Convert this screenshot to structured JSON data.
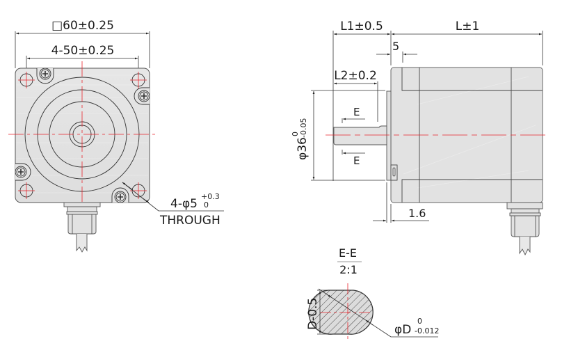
{
  "front_view": {
    "dim_outer": "□60±0.25",
    "dim_hole_spacing": "4-50±0.25",
    "hole_callout_main": "4-φ5",
    "hole_callout_upper_tol": "+0.3",
    "hole_callout_lower_tol": "0",
    "hole_callout_note": "THROUGH"
  },
  "side_view": {
    "dim_l1": "L1±0.5",
    "dim_l": "L±1",
    "dim_5": "5",
    "dim_l2": "L2±0.2",
    "dim_boss_main": "φ36",
    "dim_boss_lower_tol": "-0.05",
    "dim_boss_upper_tol": "0",
    "section_mark_top": "E",
    "section_mark_bottom": "E",
    "dim_1_6": "1.6"
  },
  "section_view": {
    "title": "E-E",
    "scale": "2:1",
    "dim_flat": "D-0.5",
    "dim_dia_main": "φD",
    "dim_dia_upper_tol": "0",
    "dim_dia_lower_tol": "-0.012"
  },
  "colors": {
    "line": "#333333",
    "body_fill": "#e4e4e4",
    "centerline": "#e8242b",
    "text": "#1a1a1a"
  }
}
